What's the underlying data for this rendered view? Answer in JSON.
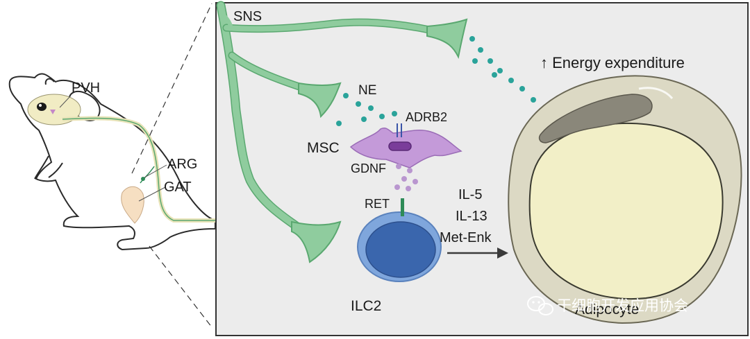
{
  "mouse": {
    "labels": {
      "pvh": "PVH",
      "arg": "ARG",
      "gat": "GAT"
    }
  },
  "panel": {
    "labels": {
      "sns": "SNS",
      "ne": "NE",
      "adrb2": "ADRB2",
      "msc": "MSC",
      "gdnf": "GDNF",
      "ret": "RET",
      "ilc2": "ILC2",
      "cytokine_1": "IL-5",
      "cytokine_2": "IL-13",
      "cytokine_3": "Met-Enk",
      "energy": "↑ Energy expenditure",
      "adipocyte": "Adipocyte"
    }
  },
  "watermark": {
    "text": "干细胞开发应用协会",
    "icon": "wechat-icon"
  },
  "colors": {
    "nerve": "#8fcc9e",
    "nerve_stroke": "#5aa870",
    "ne_dot": "#2aa39a",
    "msc": "#c49ad9",
    "gdnf_dot": "#b996cf",
    "ilc2_outer": "#7fa6dc",
    "ilc2_inner": "#3a66ad",
    "adipocyte_outer": "#dcd9c4",
    "adipocyte_inner": "#f2efc7",
    "panel_bg": "#ececec"
  }
}
